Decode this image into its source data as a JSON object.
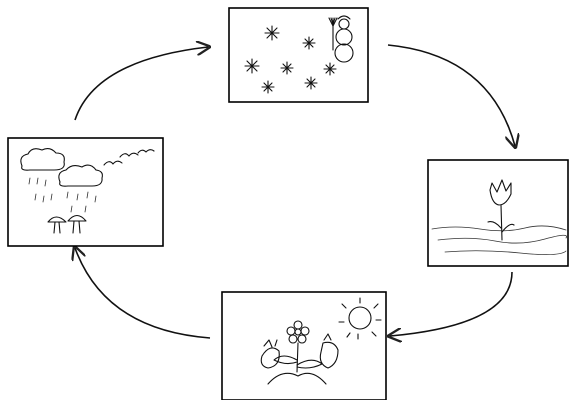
{
  "diagram": {
    "type": "seasonal-cycle",
    "line_color": "#111111",
    "background": "#ffffff",
    "panels": [
      {
        "id": "winter",
        "icons": [
          "snowflake-icon",
          "snowman-icon",
          "broom-icon"
        ]
      },
      {
        "id": "spring",
        "icons": [
          "tulip-icon",
          "melting-snow-icon"
        ]
      },
      {
        "id": "summer",
        "icons": [
          "sun-icon",
          "flower-icon",
          "strawberry-icon"
        ]
      },
      {
        "id": "autumn",
        "icons": [
          "cloud-icon",
          "rain-icon",
          "mushroom-icon",
          "birds-icon"
        ]
      }
    ],
    "arrows": [
      {
        "from": "winter",
        "to": "spring"
      },
      {
        "from": "spring",
        "to": "summer"
      },
      {
        "from": "summer",
        "to": "autumn"
      },
      {
        "from": "autumn",
        "to": "winter"
      }
    ]
  }
}
